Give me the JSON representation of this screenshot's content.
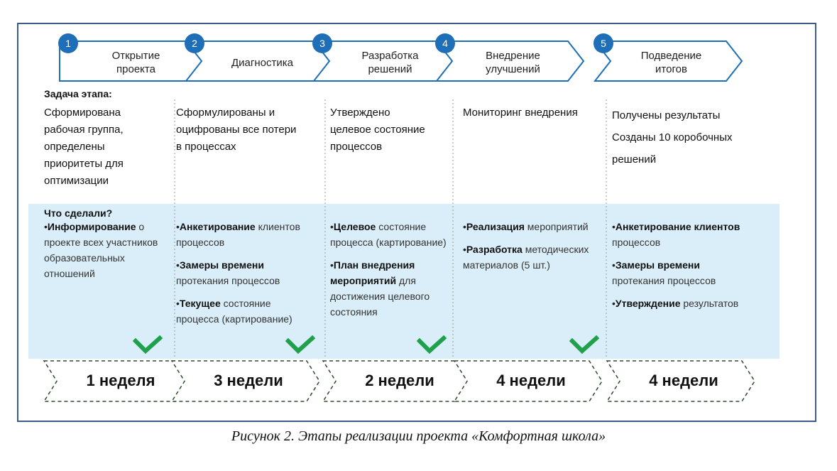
{
  "stages": [
    {
      "number": "1",
      "title": "Открытие\nпроекта",
      "task": "Сформирована\nрабочая группа,\nопределены\nприоритеты для\nоптимизации",
      "done": [
        {
          "bold": "Информирование",
          "rest": " о проекте всех участников образовательных отношений"
        }
      ],
      "duration": "1 неделя"
    },
    {
      "number": "2",
      "title": "Диагностика",
      "task": "Сформулированы и\nоцифрованы все потери\nв процессах",
      "done": [
        {
          "bold": "Анкетирование",
          "rest": " клиентов процессов"
        },
        {
          "bold": "Замеры времени",
          "rest": " протекания процессов"
        },
        {
          "bold": "Текущее",
          "rest": " состояние процесса (картирование)"
        }
      ],
      "duration": "3 недели"
    },
    {
      "number": "3",
      "title": "Разработка\nрешений",
      "task": "Утверждено\nцелевое состояние\nпроцессов",
      "done": [
        {
          "bold": "Целевое",
          "rest": " состояние процесса (картирование)"
        },
        {
          "bold": "План внедрения мероприятий",
          "rest": " для достижения целевого состояния"
        }
      ],
      "duration": "2 недели"
    },
    {
      "number": "4",
      "title": "Внедрение\nулучшений",
      "task": "Мониторинг внедрения",
      "done": [
        {
          "bold": "Реализация",
          "rest": " мероприятий"
        },
        {
          "bold": "Разработка",
          "rest": " методических материалов (5 шт.)"
        }
      ],
      "duration": "4 недели"
    },
    {
      "number": "5",
      "title": "Подведение\nитогов",
      "task": "Получены результаты\nСозданы 10 коробочных\nрешений",
      "done": [
        {
          "bold": "Анкетирование клиентов",
          "rest": " процессов"
        },
        {
          "bold": "Замеры времени",
          "rest": " протекания процессов"
        },
        {
          "bold": "Утверждение",
          "rest": " результатов"
        }
      ],
      "duration": "4 недели"
    }
  ],
  "labels": {
    "task_header": "Задача этапа:",
    "done_header": "Что сделали?"
  },
  "caption": "Рисунок 2. Этапы реализации проекта «Комфортная школа»",
  "colors": {
    "circle": "#1e6fb8",
    "chevron_stroke": "#1e6fb8",
    "band": "#d9eef8",
    "check": "#1fa04a",
    "dash": "#2d4a2d",
    "frame": "#3d5a8a"
  }
}
